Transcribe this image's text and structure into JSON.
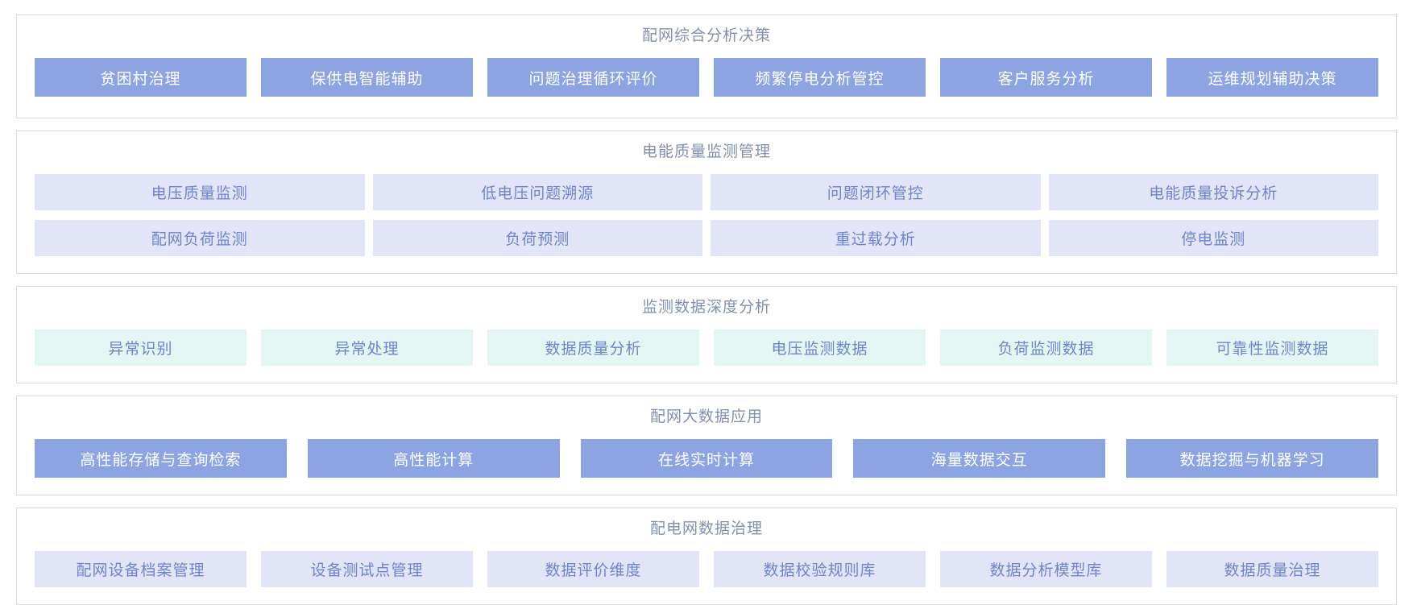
{
  "palette": {
    "panel_border": "#d8dbe1",
    "title_text": "#8290ad",
    "solid_blue_bg": "#8da4e2",
    "solid_blue_text": "#ffffff",
    "lavender_bg": "#e2e5f8",
    "teal_bg": "#e4f6f4",
    "light_tile_text": "#6f85c8"
  },
  "sections": [
    {
      "id": "comprehensive-analysis-decision",
      "title": "配网综合分析决策",
      "style": "solid-blue",
      "rows": [
        [
          "贫困村治理",
          "保供电智能辅助",
          "问题治理循环评价",
          "频繁停电分析管控",
          "客户服务分析",
          "运维规划辅助决策"
        ]
      ]
    },
    {
      "id": "power-quality-monitoring-management",
      "title": "电能质量监测管理",
      "style": "lavender",
      "rows": [
        [
          "电压质量监测",
          "低电压问题溯源",
          "问题闭环管控",
          "电能质量投诉分析"
        ],
        [
          "配网负荷监测",
          "负荷预测",
          "重过载分析",
          "停电监测"
        ]
      ]
    },
    {
      "id": "monitoring-data-deep-analysis",
      "title": "监测数据深度分析",
      "style": "teal",
      "rows": [
        [
          "异常识别",
          "异常处理",
          "数据质量分析",
          "电压监测数据",
          "负荷监测数据",
          "可靠性监测数据"
        ]
      ]
    },
    {
      "id": "distribution-big-data-application",
      "title": "配网大数据应用",
      "style": "solid-blue",
      "rows": [
        [
          "高性能存储与查询检索",
          "高性能计算",
          "在线实时计算",
          "海量数据交互",
          "数据挖掘与机器学习"
        ]
      ]
    },
    {
      "id": "distribution-network-data-governance",
      "title": "配电网数据治理",
      "style": "lavender",
      "rows": [
        [
          "配网设备档案管理",
          "设备测试点管理",
          "数据评价维度",
          "数据校验规则库",
          "数据分析模型库",
          "数据质量治理"
        ]
      ]
    }
  ]
}
